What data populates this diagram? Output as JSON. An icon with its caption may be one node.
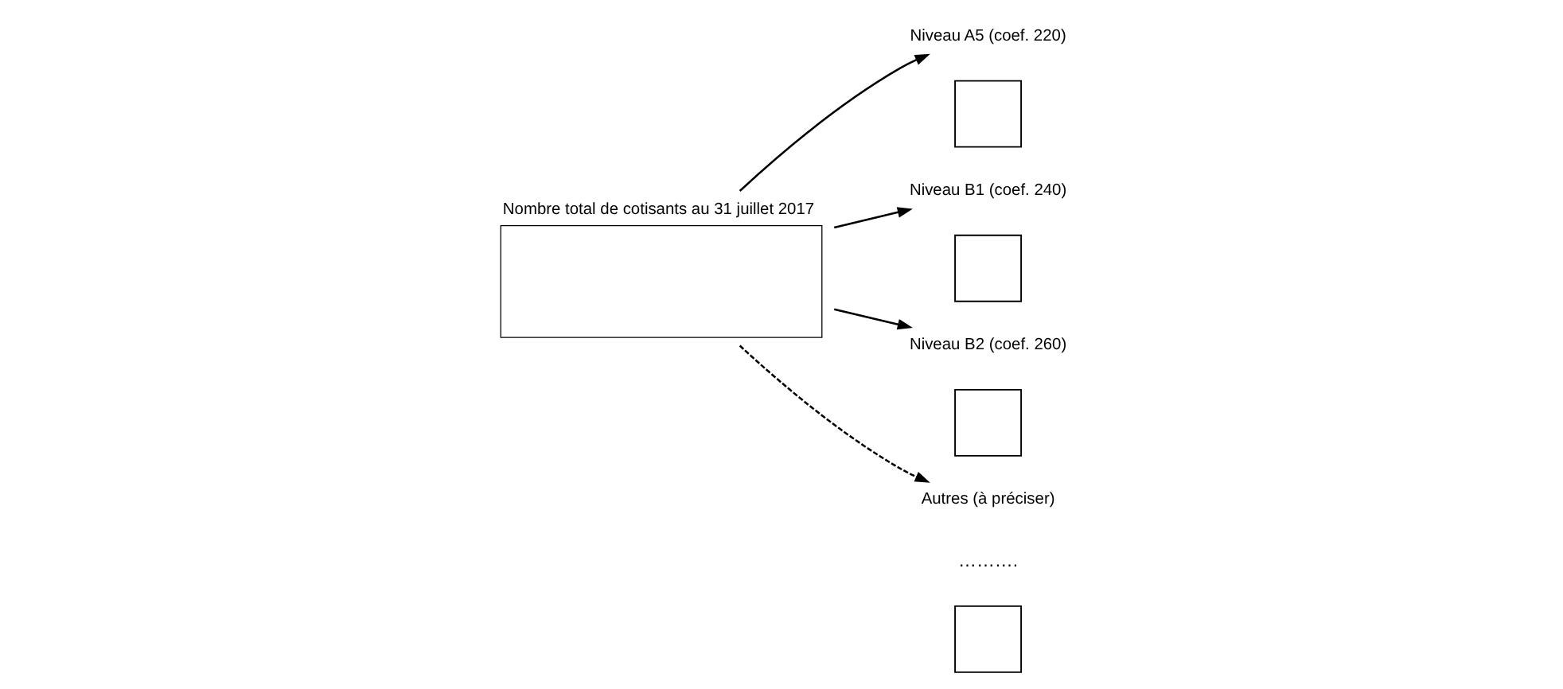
{
  "diagram": {
    "nodes": [
      {
        "text": [
          "Nombre total de cotisants au 31 juillet 2017"
        ]
      },
      {
        "text": [
          "Niveau A5 (coef. 220)"
        ]
      },
      {
        "text": [],
        "shape": "box"
      },
      {
        "text": [
          "Niveau B1 (coef. 240)"
        ]
      },
      {
        "text": [],
        "shape": "box"
      },
      {
        "text": [
          "Niveau B2 (coef. 260)"
        ]
      },
      {
        "text": [],
        "shape": "box"
      },
      {
        "text": [
          "Autres (à préciser)"
        ]
      },
      {
        "text": [],
        "shape": "box"
      }
    ],
    "edges": [
      {
        "from": 0,
        "to": 1,
        "arrow": "to"
      },
      {
        "from": 0,
        "to": 3,
        "arrow": "to"
      },
      {
        "from": 0,
        "to": 5,
        "arrow": "to"
      },
      {
        "from": 0,
        "to": 7,
        "arrow": "to",
        "style": "dashed"
      }
    ],
    "labels": [
      "………."
    ]
  }
}
